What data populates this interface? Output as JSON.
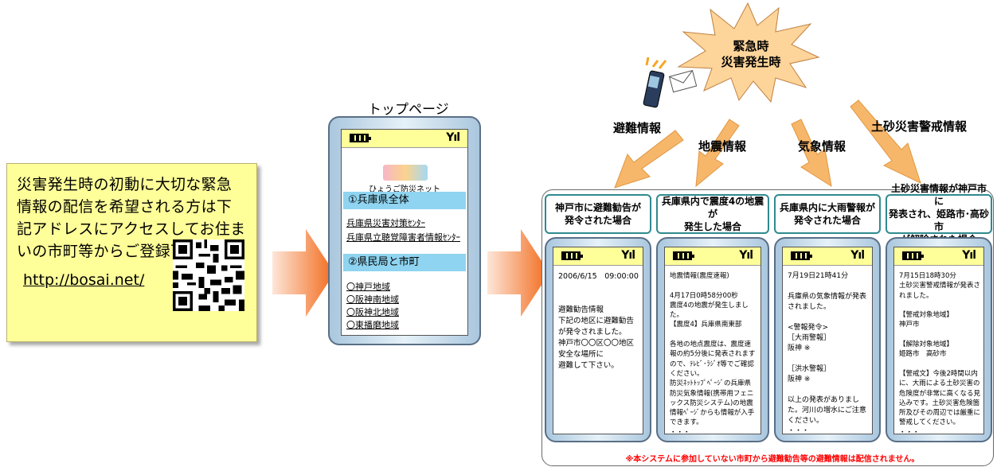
{
  "intro": {
    "text": "災害発生時の初動に大切な緊急情報の配信を希望される方は下記アドレスにアクセスしてお住まいの市町等からご登録下さい。",
    "url": "http://bosai.net/"
  },
  "top_page": {
    "title": "トップページ",
    "logo_text": "ひょうご防災ネット",
    "section1": "①兵庫県全体",
    "links1": [
      "兵庫県災害対策ｾﾝﾀｰ",
      "兵庫県立聴覚障害者情報ｾﾝﾀｰ"
    ],
    "section2": "②県民局と市町",
    "links2": [
      "〇神戸地域",
      "〇阪神南地域",
      "〇阪神北地域",
      "〇東播磨地域"
    ]
  },
  "burst": {
    "text": "緊急時\n災害発生時"
  },
  "arrow_labels": [
    "避難情報",
    "地震情報",
    "気象情報",
    "土砂災害警戒情報"
  ],
  "cases": [
    {
      "header": "神戸市に避難勧告が\n発令された場合",
      "message": "2006/6/15　09:00:00\n\n\n避難勧告情報\n下記の地区に避難勧告が発令されました。\n神戸市〇〇区〇〇地区\n安全な場所に\n避難して下さい。"
    },
    {
      "header": "兵庫県内で震度4の地震が\n発生した場合",
      "message": "地震情報(震度速報)\n\n4月17日0時58分00秒\n震度4の地震が発生しました。\n【震度4】兵庫県南東部\n\n各地の地点震度は、震度速報の約5分後に発表されますので、ﾃﾚﾋﾞ･ﾗｼﾞｵ等でご確認ください。\n防災ﾈｯﾄﾄｯﾌﾟﾍﾟｰｼﾞの兵庫県防災気象情報(携帯用フェニックス防災システム)の地震情報ﾍﾟｰｼﾞからも情報が入手できます。\n・・・"
    },
    {
      "header": "兵庫県内に大雨警報が\n発令された場合",
      "message": "7月19日21時41分\n\n兵庫県の気象情報が発表されました。\n\n<警報発令>\n［大雨警報］\n阪神 ※\n\n［洪水警報］\n阪神 ※\n\n以上の発表がありました。河川の増水にご注意ください。\n・・・"
    },
    {
      "header": "土砂災害情報が神戸市に\n発表され、姫路市･高砂市\nが解除された場合",
      "message": "7月15日18時30分\n土砂災害警戒情報が発表されました。\n\n【警戒対象地域】\n神戸市\n\n【解除対象地域】\n姫路市　高砂市\n\n【警戒文】今後2時間以内に、大雨による土砂災害の危険度が非常に高くなる見込みです。土砂災害危険箇所及びその周辺では厳重に警戒してください。\n・・・"
    }
  ],
  "notice": "※本システムに参加していない市町から避難勧告等の避難情報は配信されません。"
}
